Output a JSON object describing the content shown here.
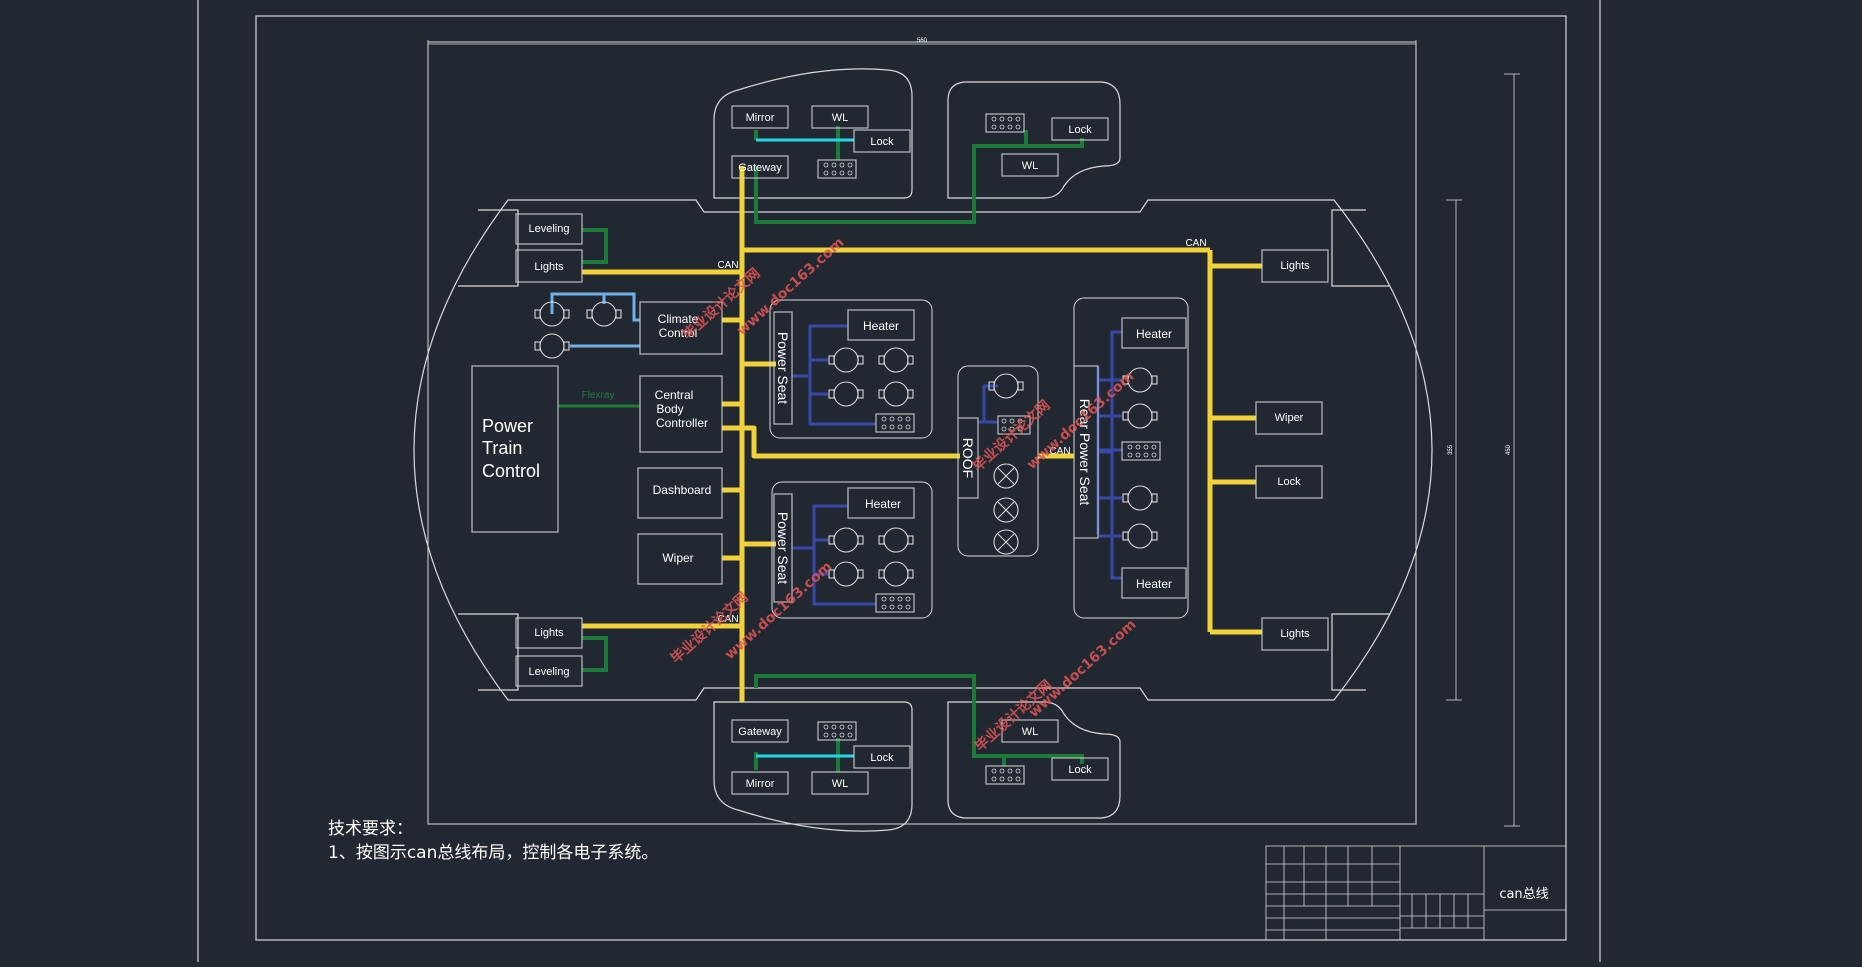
{
  "colors": {
    "background": "#222831",
    "outline": "#d8d8d8",
    "can_bus": "#f2d23a",
    "flexray": "#1e7a3a",
    "link_green": "#1e7a3a",
    "link_cyan": "#25d6e6",
    "link_lightblue": "#6fb1e6",
    "link_navy": "#3848a8",
    "watermark": "#e25555"
  },
  "dimensions": {
    "width_label": "560",
    "height_label_1": "355",
    "height_label_2": "450"
  },
  "bus_labels": {
    "can_left_top": "CAN",
    "can_right_top": "CAN",
    "can_left_bottom": "CAN",
    "can_roof": "CAN",
    "flexray": "Flexray"
  },
  "front_left": {
    "leveling": "Leveling",
    "lights": "Lights"
  },
  "rear_left": {
    "lights": "Lights",
    "leveling": "Leveling"
  },
  "door_top_left": {
    "mirror": "Mirror",
    "wl": "WL",
    "lock": "Lock",
    "gateway": "Gateway"
  },
  "door_top_right": {
    "lock": "Lock",
    "wl": "WL"
  },
  "door_bottom_left": {
    "gateway": "Gateway",
    "lock": "Lock",
    "mirror": "Mirror",
    "wl": "WL"
  },
  "door_bottom_right": {
    "wl": "WL",
    "lock": "Lock"
  },
  "ecus": {
    "climate_line1": "Climate",
    "climate_line2": "Control",
    "cbc_line1": "Central",
    "cbc_line2": "Body",
    "cbc_line3": "Controller",
    "dashboard": "Dashboard",
    "wiper": "Wiper",
    "ptc_line1": "Power",
    "ptc_line2": "Train",
    "ptc_line3": "Control"
  },
  "seats": {
    "front_top_label": "Power Seat",
    "front_top_heater": "Heater",
    "front_bottom_label": "Power Seat",
    "front_bottom_heater": "Heater",
    "rear_label": "Rear Power Seat",
    "rear_heater_top": "Heater",
    "rear_heater_bottom": "Heater"
  },
  "roof": {
    "label": "ROOF"
  },
  "right_side": {
    "lights_top": "Lights",
    "wiper": "Wiper",
    "lock": "Lock",
    "lights_bottom": "Lights"
  },
  "notes": {
    "heading": "技术要求：",
    "item1": "1、按图示can总线布局，控制各电子系统。"
  },
  "title_block": {
    "title": "can总线"
  },
  "watermarks": {
    "site_cn": "毕业设计论文网",
    "site_url": "www.doc163.com"
  }
}
